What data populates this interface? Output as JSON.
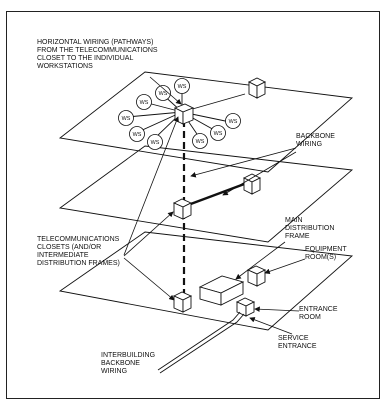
{
  "diagram": {
    "labels": {
      "horizontal_wiring": [
        "HORIZONTAL WIRING (PATHWAYS)",
        "FROM THE TELECOMMUNICATIONS",
        "CLOSET TO THE INDIVIDUAL",
        "WORKSTATIONS"
      ],
      "backbone_wiring": [
        "BACKBONE",
        "WIRING"
      ],
      "telecom_closets": [
        "TELECOMMUNICATIONS",
        "CLOSETS (AND/OR",
        "INTERMEDIATE",
        "DISTRIBUTION FRAMES)"
      ],
      "main_distribution_frame": [
        "MAIN",
        "DISTRIBUTION",
        "FRAME"
      ],
      "equipment_rooms": [
        "EQUIPMENT",
        "ROOM(S)"
      ],
      "entrance_room": [
        "ENTRANCE",
        "ROOM"
      ],
      "service_entrance": [
        "SERVICE",
        "ENTRANCE"
      ],
      "interbuilding_backbone": [
        "INTERBUILDING",
        "BACKBONE",
        "WIRING"
      ]
    },
    "workstation_label": "WS"
  }
}
